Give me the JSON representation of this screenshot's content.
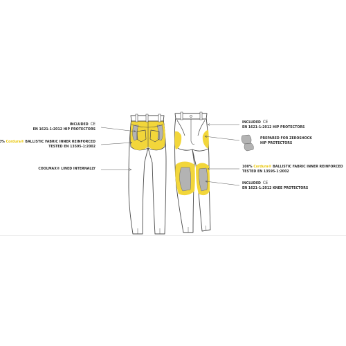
{
  "labels": {
    "included": "INCLUDED",
    "ce_mark": "CE",
    "hip_std_left": "EN 1621-1:2012 HIP PROTECTORS",
    "pct100": "100%",
    "brand": "Cordura®",
    "ballistic": "BALLISTIC FABRIC INNER REINFORCED",
    "tested": "TESTED EN 13595-1:2002",
    "coolmax": "COOLMAX® LINED INTERNALLY",
    "hip_std_right": "EN 1621-1:2012 HIP PROTECTORS",
    "zeroshock_1": "PREPARED FOR ZEROSHOCK",
    "zeroshock_2": "HIP PROTECTORS",
    "knee_std": "EN 1621-1:2012 KNEE PROTECTORS"
  },
  "colors": {
    "reinforcement": "#f2d63a",
    "protector": "#b3b3b3",
    "outline": "#4a4a4a",
    "arrow": "#555555"
  }
}
